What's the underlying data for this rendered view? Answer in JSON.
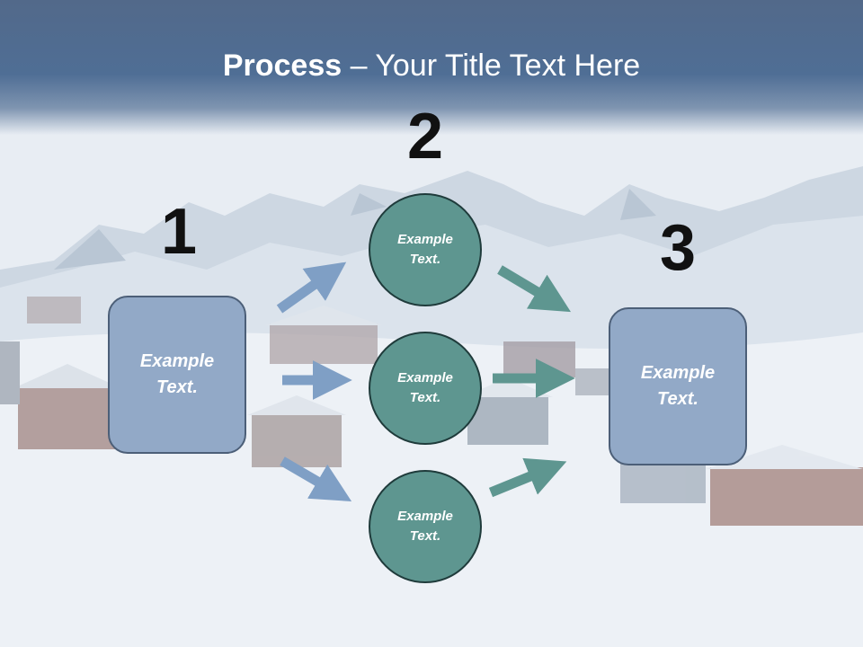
{
  "slide": {
    "title_bold": "Process",
    "title_rest": " – Your Title Text Here"
  },
  "steps": {
    "n1": "1",
    "n2": "2",
    "n3": "3"
  },
  "nodes": {
    "left_box": "Example Text.",
    "circle_top": "Example Text.",
    "circle_middle": "Example Text.",
    "circle_bottom": "Example Text.",
    "right_box": "Example Text."
  },
  "colors": {
    "box_fill": "#92a9c7",
    "circle_fill": "#5e9690",
    "arrow_blue": "#7f9fc5",
    "arrow_teal": "#5e9690",
    "header": "#4f6e95"
  }
}
